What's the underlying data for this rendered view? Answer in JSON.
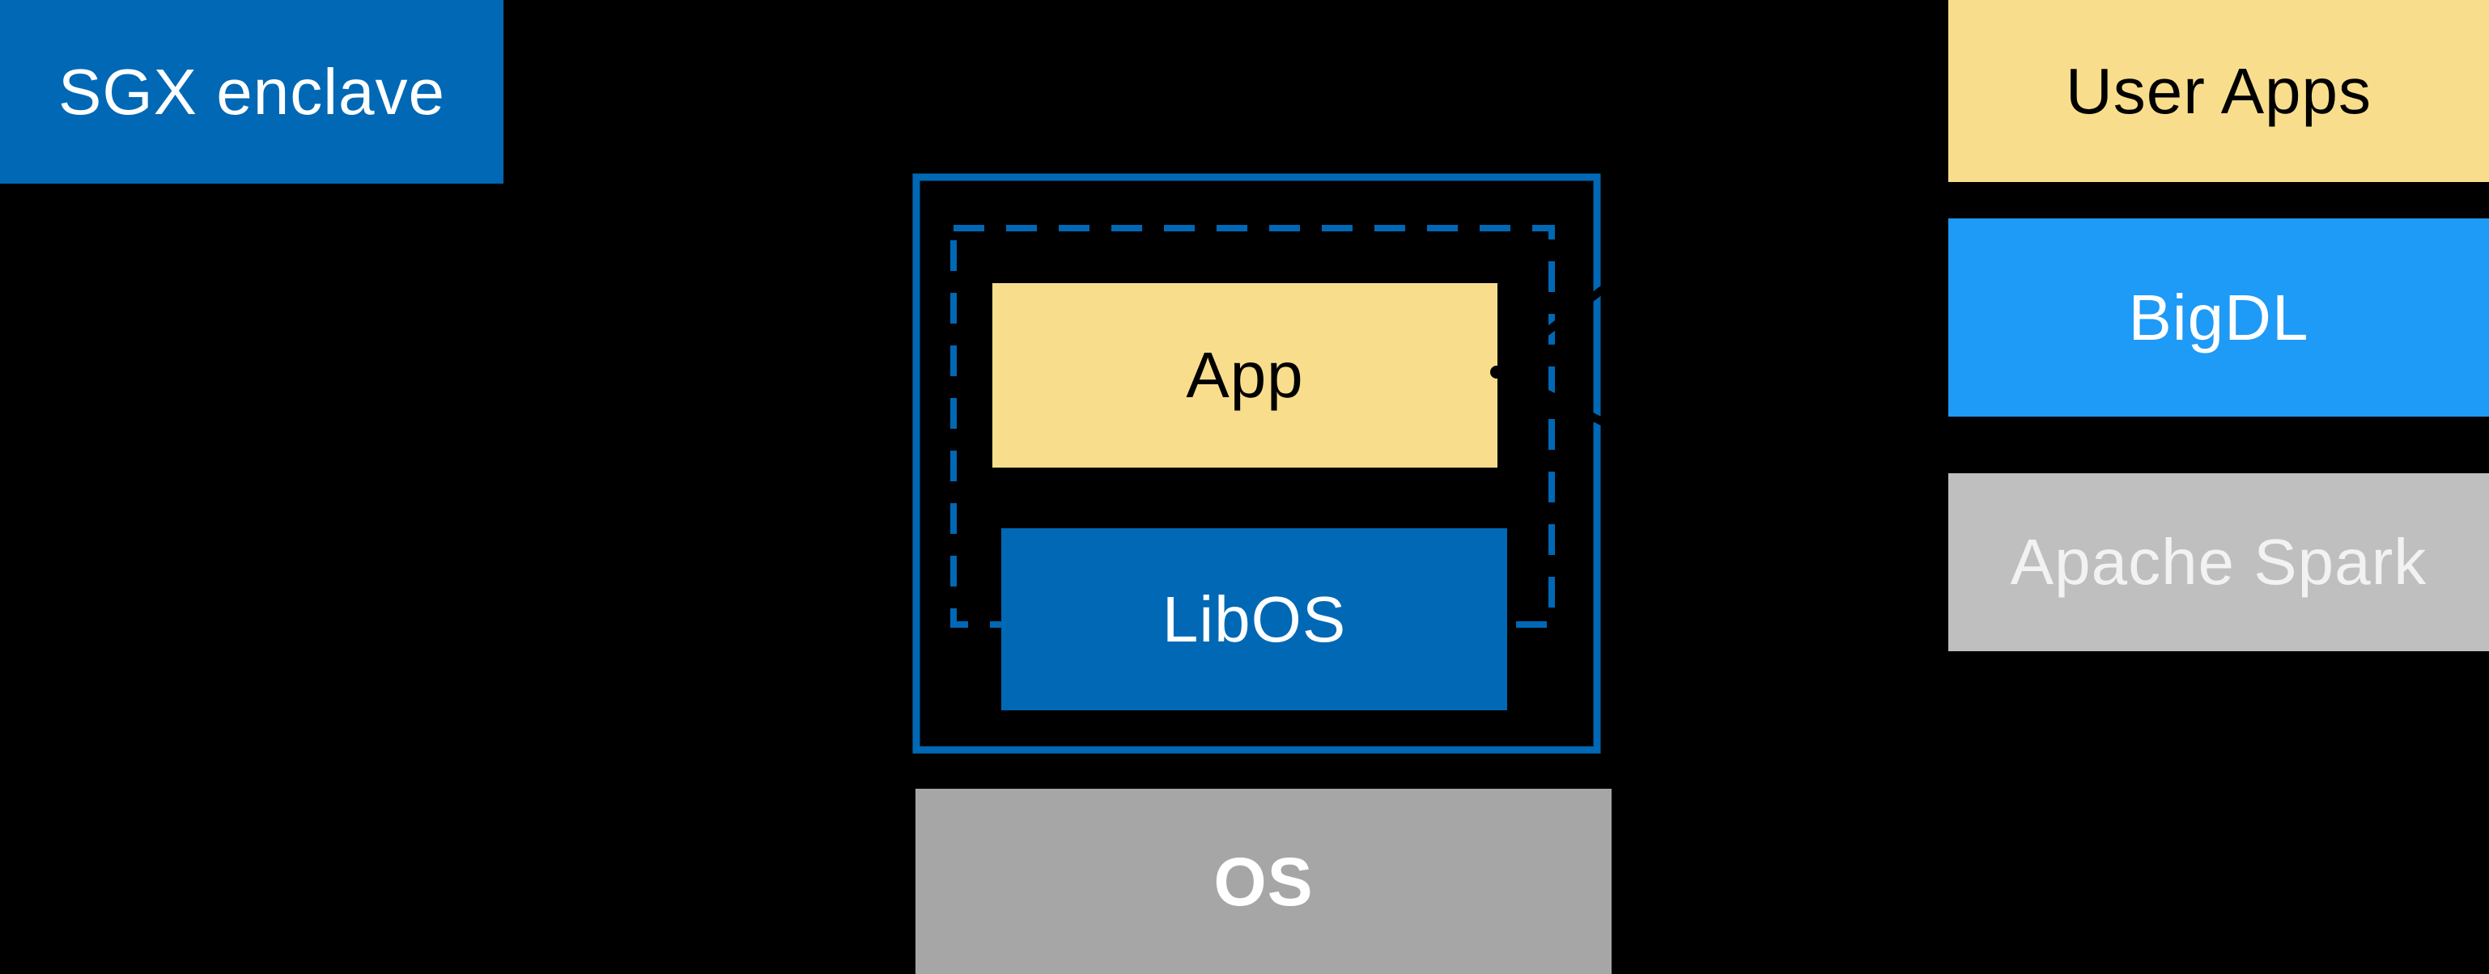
{
  "diagram": {
    "background_color": "#000000",
    "left_box": {
      "label": "SGX enclave",
      "fill_color": "#0068B5",
      "text_color": "#FFFFFF"
    },
    "enclave": {
      "outer_border_color": "#0068B5",
      "outer_border_style": "solid",
      "inner_border_color": "#0068B5",
      "inner_border_style": "dashed",
      "app_box": {
        "label": "App",
        "fill_color": "#F8DE8C",
        "text_color": "#000000"
      },
      "libos_box": {
        "label": "LibOS",
        "fill_color": "#0068B5",
        "text_color": "#FFFFFF"
      }
    },
    "os_box": {
      "label": "OS",
      "fill_color": "#A6A6A6",
      "text_color": "#FFFFFF"
    },
    "right_stack": {
      "user_apps_box": {
        "label": "User Apps",
        "fill_color": "#F8DE8C",
        "text_color": "#000000"
      },
      "bigdl_box": {
        "label": "BigDL",
        "fill_color": "#1E9AF7",
        "text_color": "#FFFFFF"
      },
      "apache_spark_box": {
        "label": "Apache Spark",
        "fill_color": "#BFBFBF",
        "text_color": "#F2F2F2"
      }
    },
    "connectors": {
      "color": "#000000",
      "sgx_pointer_dot": "black dot on right edge of SGX enclave box",
      "app_pointer_wedge": "black wedge lines converging on right edge of App box"
    }
  }
}
